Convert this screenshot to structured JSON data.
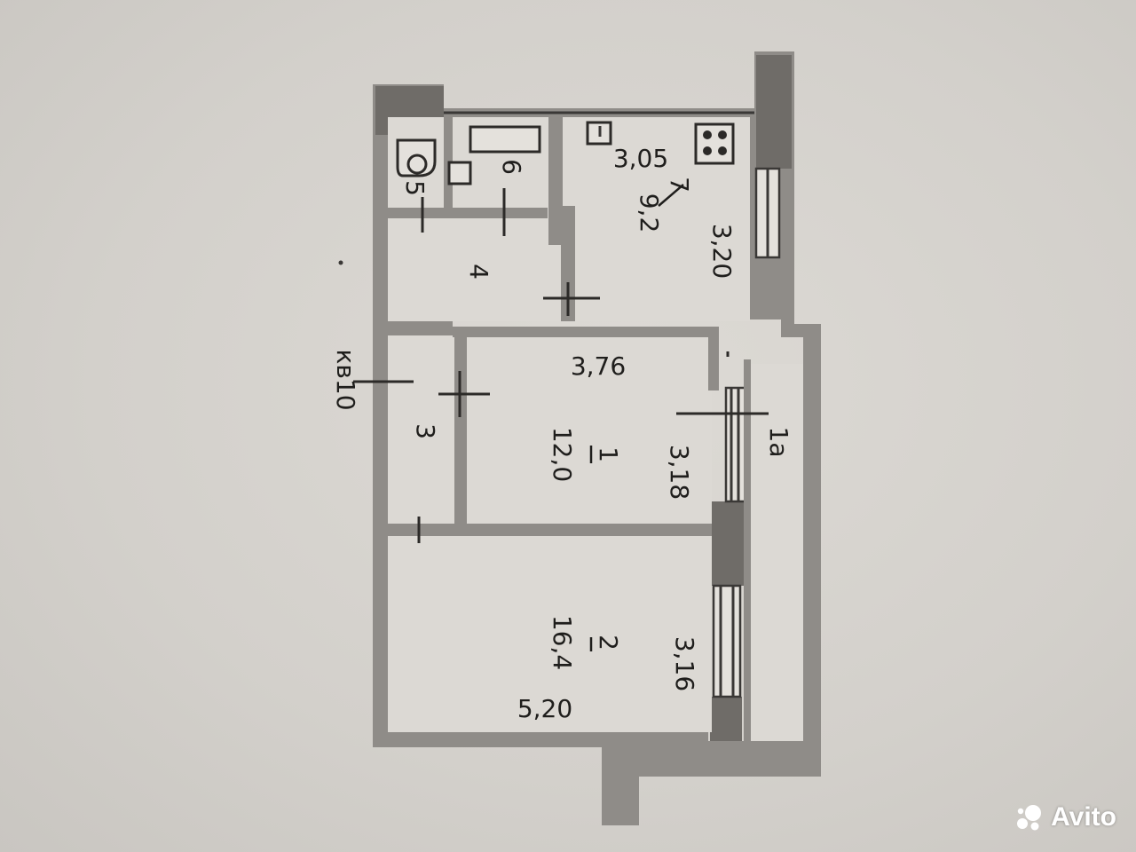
{
  "plan": {
    "apartment_label": "кв10",
    "rooms": [
      {
        "id": "room-7",
        "number": "7",
        "area": "9,2",
        "dimensions": [
          "3,05",
          "3,20"
        ]
      },
      {
        "id": "room-6",
        "number": "6"
      },
      {
        "id": "room-5",
        "number": "5"
      },
      {
        "id": "room-4",
        "number": "4"
      },
      {
        "id": "room-3",
        "number": "3"
      },
      {
        "id": "room-1",
        "number": "1",
        "area": "12,0",
        "dimensions": [
          "3,76",
          "3,18"
        ]
      },
      {
        "id": "room-1a",
        "number": "1а"
      },
      {
        "id": "room-2",
        "number": "2",
        "area": "16,4",
        "dimensions": [
          "5,20",
          "3,16"
        ]
      }
    ],
    "icons": [
      "stove-icon",
      "sink-icon",
      "bathtub-icon",
      "toilet-icon",
      "washbasin-icon",
      "window-icon"
    ]
  },
  "watermark": {
    "text": "Avito",
    "icon": "avito-logo-icon"
  },
  "colors": {
    "paper": "#d7d4cf",
    "wall": "#8f8c88",
    "line": "#3a3836",
    "text": "#1f1e1c",
    "watermark": "#ffffff"
  }
}
